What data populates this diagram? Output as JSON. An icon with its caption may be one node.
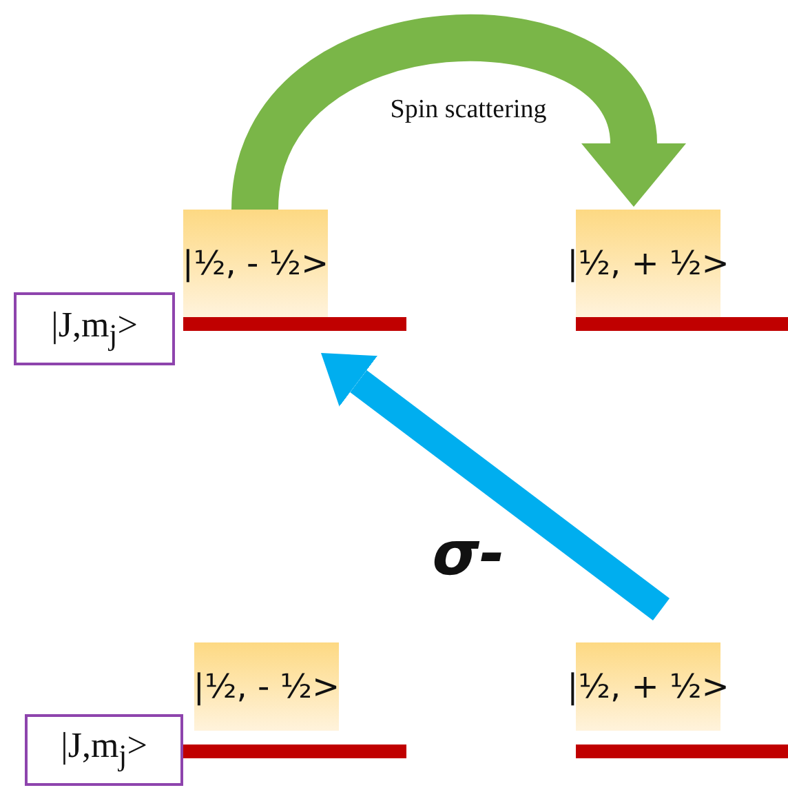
{
  "diagram": {
    "nodes": [
      {
        "text": [
          "|J,m$_{j}$>"
        ]
      },
      {
        "text": [
          "|½, - ½>"
        ]
      },
      {
        "text": [
          "|½, + ½>"
        ]
      },
      {
        "text": [
          "|J,m$_{j}$>"
        ]
      },
      {
        "text": [
          "|½, - ½>"
        ]
      },
      {
        "text": [
          "|½, + ½>"
        ]
      }
    ],
    "edges": [
      {
        "from": 1,
        "to": 2,
        "arrow": "to",
        "label": "Spin scattering",
        "color": "#7ab648"
      },
      {
        "from": 5,
        "to": 1,
        "arrow": "to",
        "label": "σ-",
        "color": "#00aeef"
      }
    ]
  }
}
